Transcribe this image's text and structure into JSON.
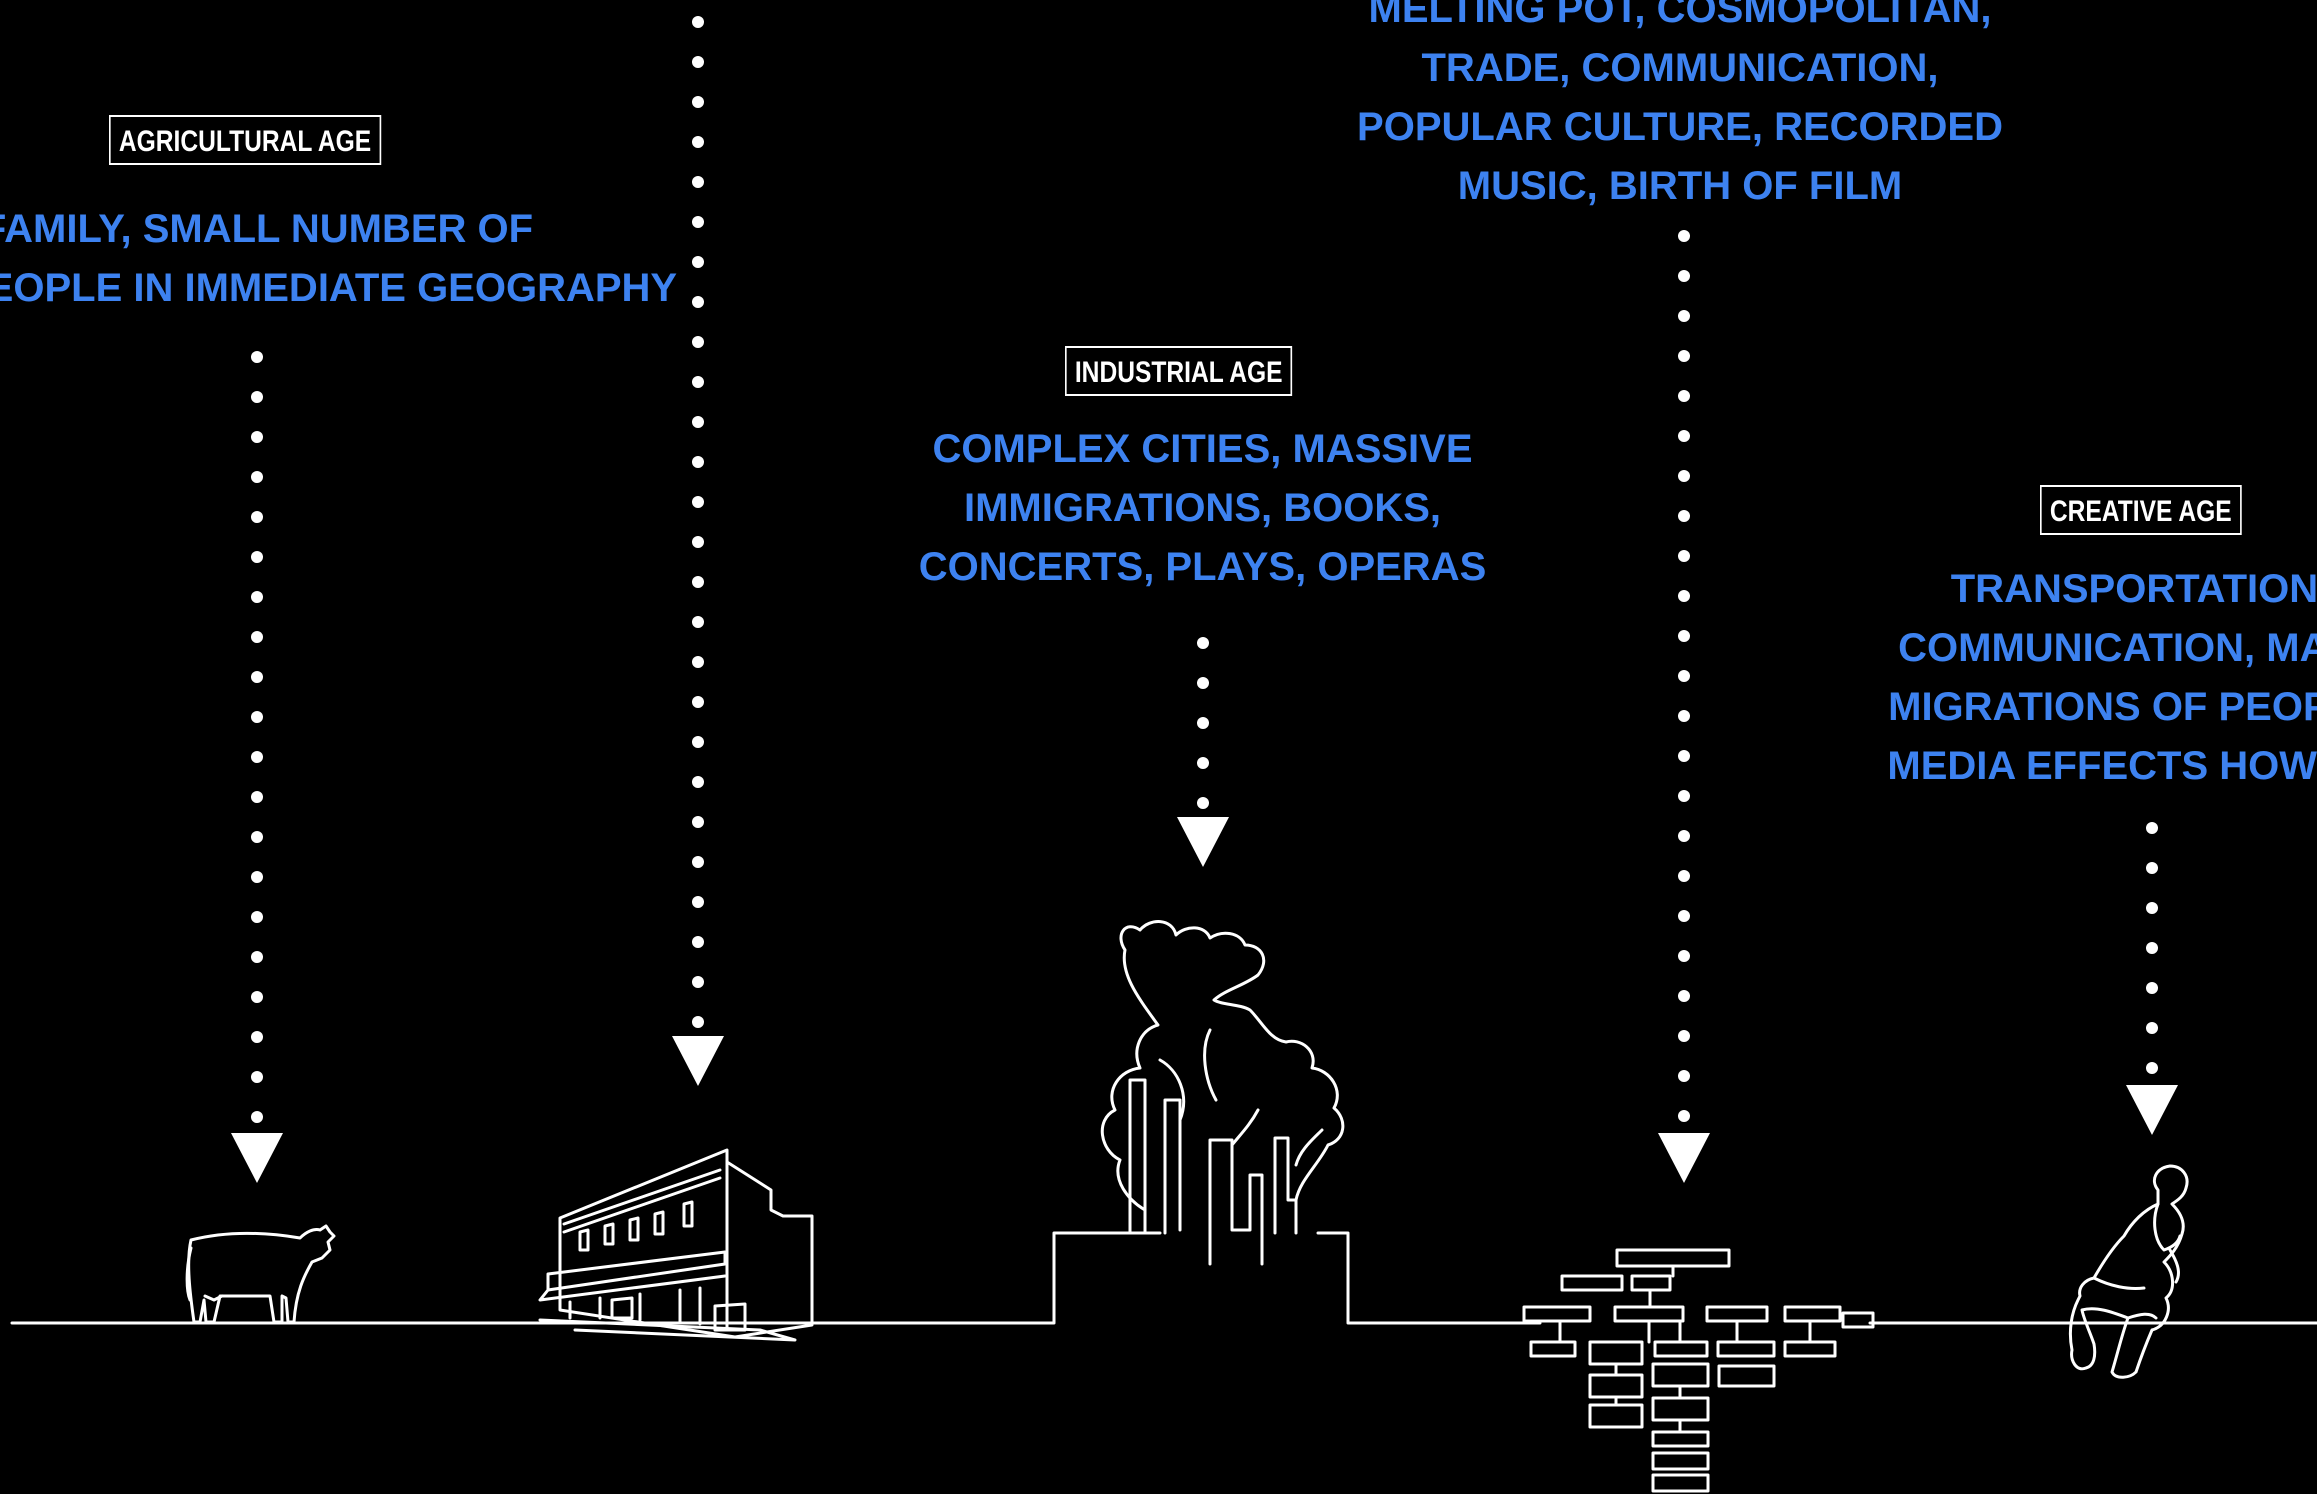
{
  "accent_color": "#3d82f0",
  "line_color": "#ffffff",
  "background": "#000000",
  "columns": [
    {
      "id": "agricultural",
      "tag": "AGRICULTURAL AGE",
      "description": [
        "FAMILY, SMALL NUMBER OF",
        "PEOPLE IN IMMEDIATE GEOGRAPHY"
      ],
      "icon": "cow-icon"
    },
    {
      "id": "town",
      "tag": "",
      "description": [],
      "icon": "storefront-building-icon"
    },
    {
      "id": "industrial",
      "tag": "INDUSTRIAL AGE",
      "description": [
        "COMPLEX CITIES, MASSIVE",
        "IMMIGRATIONS, BOOKS,",
        "CONCERTS, PLAYS, OPERAS"
      ],
      "icon": "smokestack-city-icon"
    },
    {
      "id": "modern",
      "tag": "",
      "description": [
        "MELTING POT, COSMOPOLITAN,",
        "TRADE, COMMUNICATION,",
        "POPULAR CULTURE, RECORDED",
        "MUSIC, BIRTH OF FILM"
      ],
      "icon": "network-blocks-icon"
    },
    {
      "id": "creative",
      "tag": "CREATIVE AGE",
      "description": [
        "TRANSPORTATION,",
        "COMMUNICATION, MASS",
        "MIGRATIONS OF PEOPLE,",
        "MEDIA EFFECTS HOW WE"
      ],
      "icon": "thinker-statue-icon"
    }
  ]
}
